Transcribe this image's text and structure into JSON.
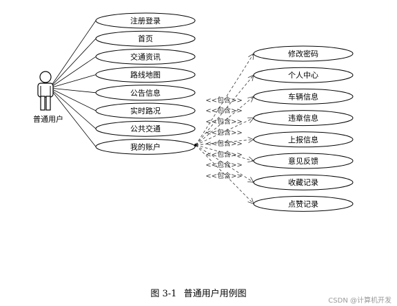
{
  "actor": {
    "name": "普通用户"
  },
  "use_cases": [
    "注册登录",
    "首页",
    "交通资讯",
    "路线地图",
    "公告信息",
    "实时路况",
    "公共交通",
    "我的账户"
  ],
  "account_includes": [
    "修改密码",
    "个人中心",
    "车辆信息",
    "违章信息",
    "上报信息",
    "意见反馈",
    "收藏记录",
    "点赞记录"
  ],
  "include_label": "<<包含>>",
  "caption": {
    "number": "图 3-1",
    "title": "普通用户用例图"
  },
  "watermark": "CSDN @计算机开发"
}
